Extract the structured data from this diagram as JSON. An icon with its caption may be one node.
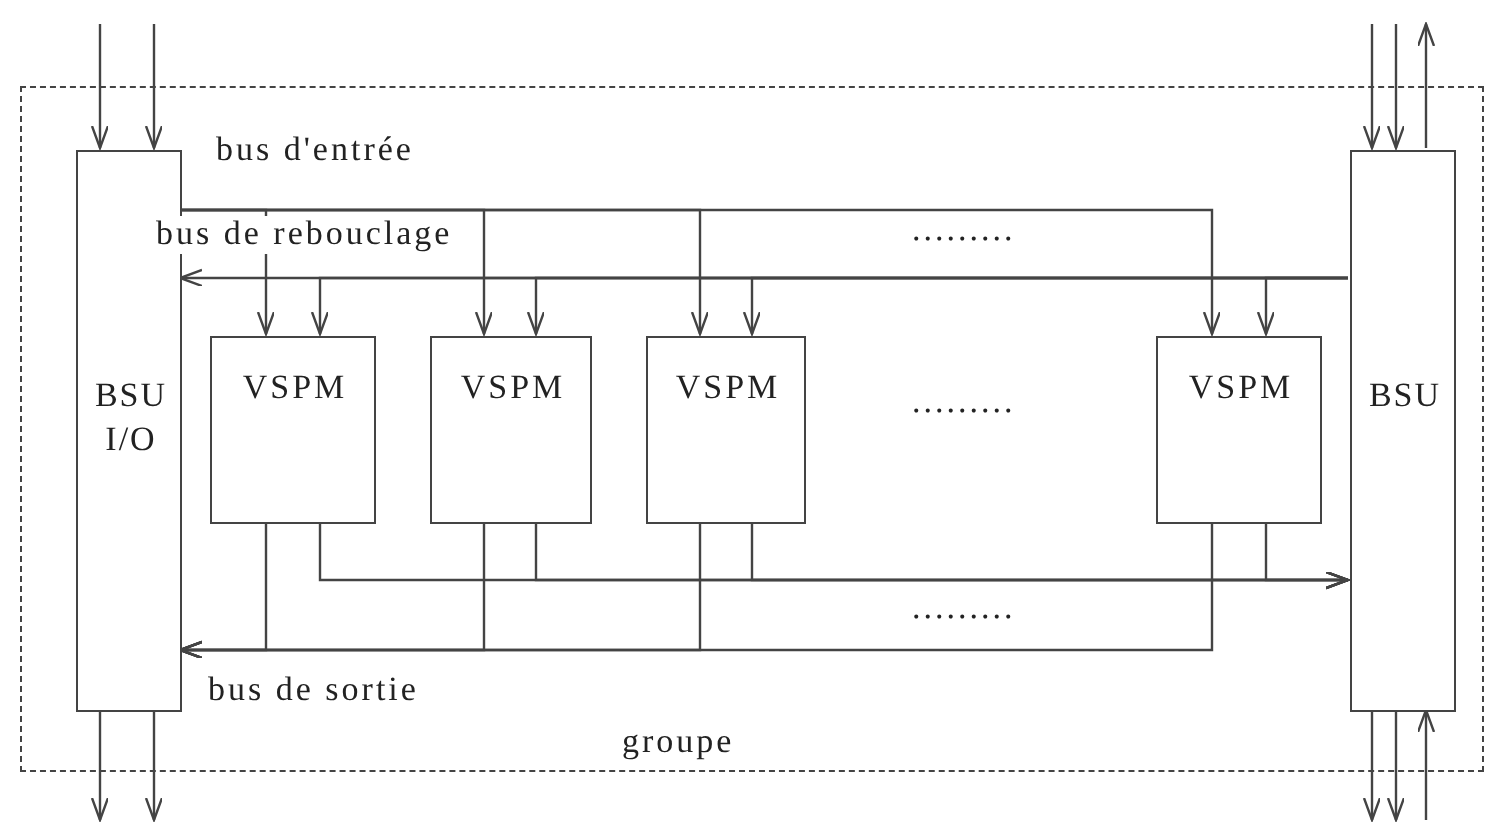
{
  "diagram": {
    "nodes": [
      {
        "text": [
          "groupe"
        ]
      },
      {
        "text": [
          "BSU I/O"
        ],
        "in": 0
      },
      {
        "text": [
          "VSPM"
        ],
        "in": 0
      },
      {
        "text": [
          "VSPM"
        ],
        "in": 0
      },
      {
        "text": [
          "VSPM"
        ],
        "in": 0
      },
      {
        "text": [
          "VSPM"
        ],
        "in": 0
      },
      {
        "text": [
          "BSU"
        ],
        "in": 0
      }
    ],
    "edges": [
      {
        "from": null,
        "to": 1,
        "arrow": "to"
      },
      {
        "from": null,
        "to": 1,
        "arrow": "to"
      },
      {
        "from": 1,
        "to": null,
        "arrow": "to"
      },
      {
        "from": 1,
        "to": null,
        "arrow": "to"
      },
      {
        "from": null,
        "to": 6,
        "arrow": "to"
      },
      {
        "from": null,
        "to": 6,
        "arrow": "to"
      },
      {
        "from": 6,
        "to": null,
        "arrow": "to"
      },
      {
        "from": 6,
        "to": null,
        "arrow": "to"
      },
      {
        "from": 6,
        "to": null,
        "arrow": "to"
      },
      {
        "from": null,
        "to": 6,
        "arrow": "to"
      },
      {
        "from": 1,
        "to": 2,
        "arrow": "to"
      },
      {
        "from": 1,
        "to": 3,
        "arrow": "to"
      },
      {
        "from": 1,
        "to": 4,
        "arrow": "to"
      },
      {
        "from": 1,
        "to": 5,
        "arrow": "to"
      },
      {
        "from": 6,
        "to": 1,
        "arrow": "to"
      },
      {
        "from": 6,
        "to": 2,
        "arrow": "to"
      },
      {
        "from": 6,
        "to": 3,
        "arrow": "to"
      },
      {
        "from": 6,
        "to": 4,
        "arrow": "to"
      },
      {
        "from": 6,
        "to": 5,
        "arrow": "to"
      },
      {
        "from": 2,
        "to": 6,
        "arrow": "to"
      },
      {
        "from": 3,
        "to": 6,
        "arrow": "to"
      },
      {
        "from": 4,
        "to": 6,
        "arrow": "to"
      },
      {
        "from": 5,
        "to": 6,
        "arrow": "to"
      },
      {
        "from": 2,
        "to": 1,
        "arrow": "to"
      },
      {
        "from": 3,
        "to": 1,
        "arrow": "to"
      },
      {
        "from": 4,
        "to": 1,
        "arrow": "to"
      },
      {
        "from": 5,
        "to": 1,
        "arrow": "to"
      }
    ],
    "labels": [
      "bus d'entrée",
      ".........",
      "bus de rebouclage",
      ".........",
      ".........",
      "bus de sortie"
    ]
  }
}
